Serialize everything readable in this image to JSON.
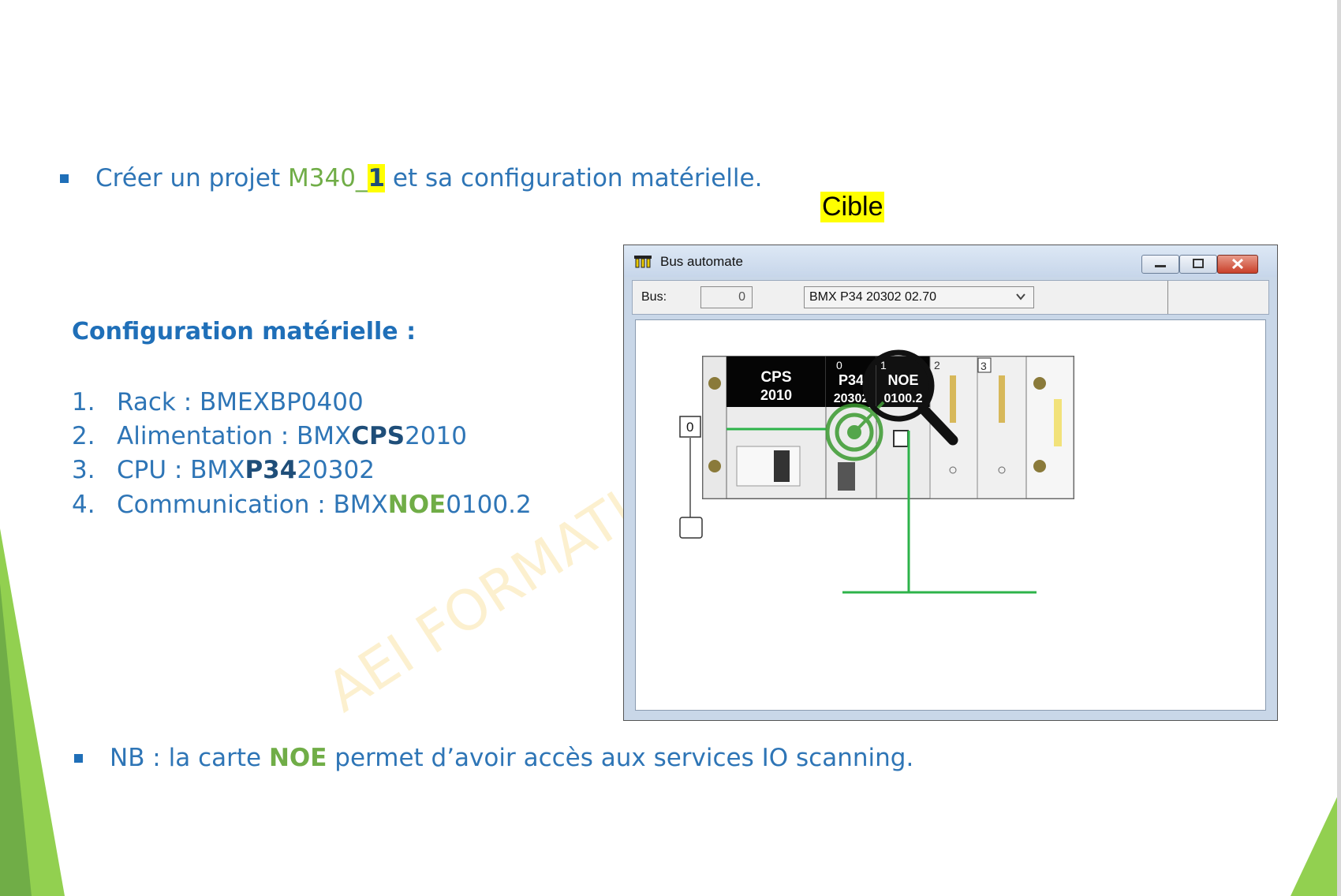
{
  "slide": {
    "bullet1": {
      "text_before": "Créer un projet ",
      "project_prefix": "M340_",
      "project_number": "1",
      "text_after": " et sa configuration matérielle."
    },
    "cible_label": "Cible",
    "config_heading": "Configuration matérielle :",
    "config_items": [
      {
        "num": "1.",
        "label": "Rack : BMEXBP0400",
        "prefix": "",
        "highlight": "",
        "suffix": ""
      },
      {
        "num": "2.",
        "label": "Alimentation : BMX",
        "prefix": "",
        "highlight": "CPS",
        "suffix": "2010"
      },
      {
        "num": "3.",
        "label": "CPU : BMX",
        "prefix": "",
        "highlight": "P34",
        "suffix": "20302"
      },
      {
        "num": "4.",
        "label": "Communication : BMX",
        "prefix": "",
        "highlight": "NOE",
        "suffix": "0100.2"
      }
    ],
    "note": {
      "text_before": "NB : la carte ",
      "highlight": "NOE",
      "text_after": " permet d’avoir accès aux services IO scanning."
    },
    "watermark": "AEI    FORMATION    EST"
  },
  "window": {
    "title": "Bus automate",
    "bus_label": "Bus:",
    "bus_value": "0",
    "cpu_selected": "BMX P34 20302   02.70"
  },
  "rack": {
    "rack_number": "0",
    "slots": [
      {
        "number": "",
        "line1": "CPS",
        "line2": "2010"
      },
      {
        "number": "0",
        "line1": "P34",
        "line2": "20302"
      },
      {
        "number": "1",
        "line1": "NOE",
        "line2": "0100.2"
      },
      {
        "number": "2",
        "line1": "",
        "line2": ""
      },
      {
        "number": "3",
        "line1": "",
        "line2": ""
      }
    ]
  },
  "colors": {
    "text_blue": "#2e75b6",
    "accent_green": "#70ad47",
    "highlight_yellow": "#ffff00",
    "network_green": "#2db34a"
  }
}
